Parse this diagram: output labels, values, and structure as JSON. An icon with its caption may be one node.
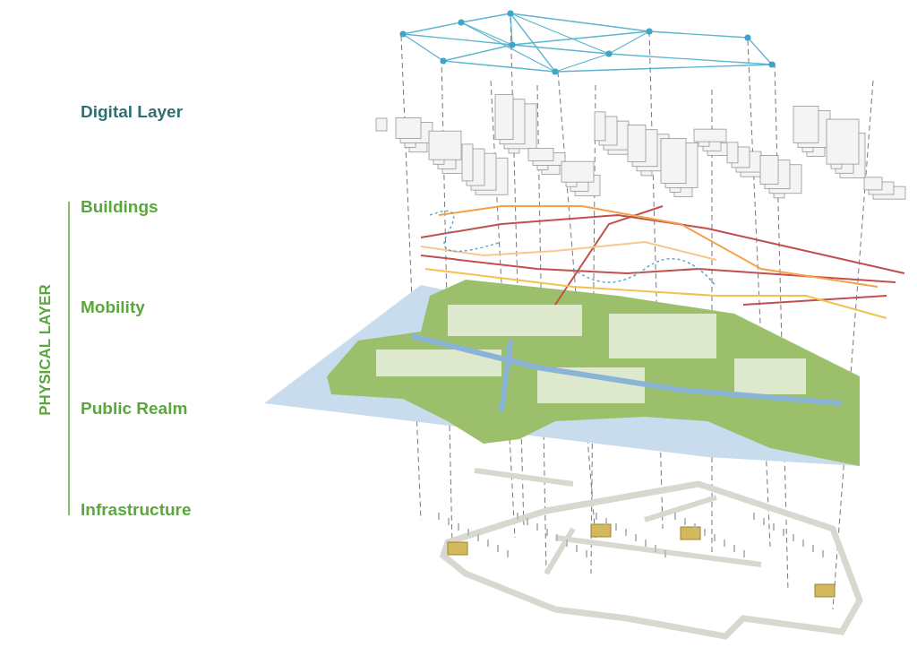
{
  "diagram": {
    "labels": [
      "Digital Layer",
      "Buildings",
      "Mobility",
      "Public Realm",
      "Infrastructure",
      "PHYSICAL LAYER"
    ]
  }
}
